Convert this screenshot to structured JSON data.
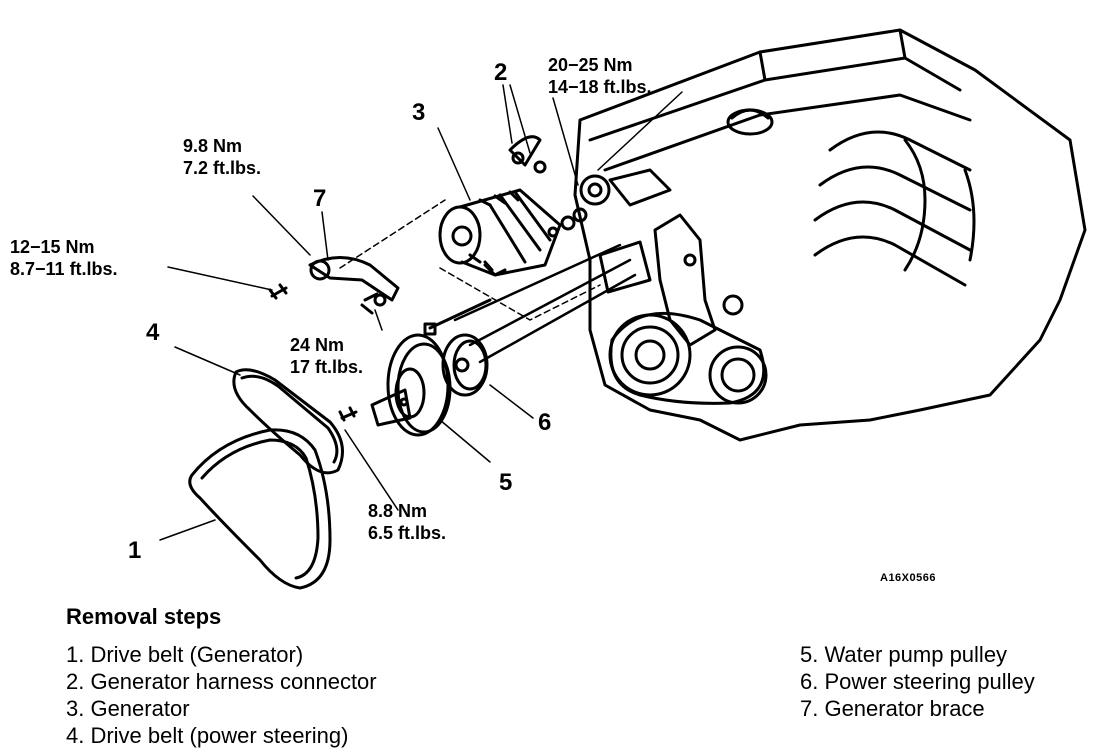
{
  "figure_code": "A16X0566",
  "callouts": {
    "torque_2025": [
      "20−25 Nm",
      "14−18 ft.lbs."
    ],
    "torque_98": [
      "9.8 Nm",
      "7.2 ft.lbs."
    ],
    "torque_1215": [
      "12−15 Nm",
      "8.7−11 ft.lbs."
    ],
    "torque_24": [
      "24 Nm",
      "17 ft.lbs."
    ],
    "torque_88": [
      "8.8 Nm",
      "6.5 ft.lbs."
    ]
  },
  "part_numbers": {
    "belt_generator": "1",
    "harness_connector": "2",
    "generator": "3",
    "belt_power_steering": "4",
    "water_pump_pulley": "5",
    "ps_pulley": "6",
    "generator_brace": "7"
  },
  "removal": {
    "heading": "Removal steps",
    "steps_left": [
      "1. Drive belt (Generator)",
      "2. Generator harness connector",
      "3. Generator",
      "4. Drive belt (power steering)"
    ],
    "steps_right": [
      "5. Water pump pulley",
      "6. Power steering pulley",
      "7. Generator brace"
    ]
  }
}
